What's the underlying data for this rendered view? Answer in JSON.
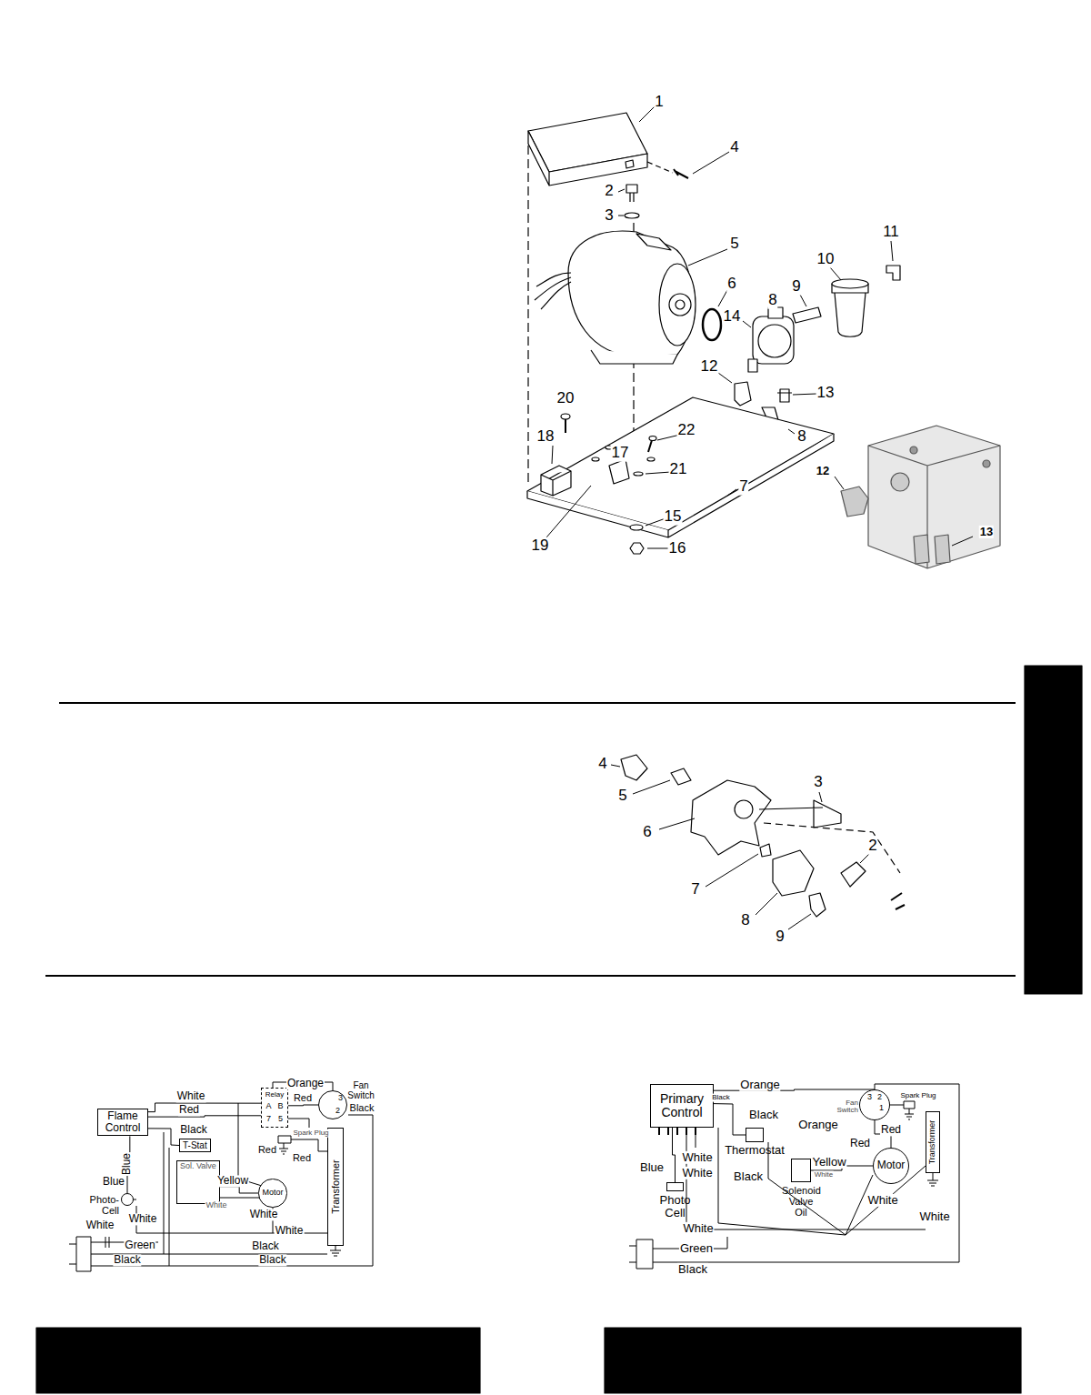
{
  "diagram": {
    "nodes": [
      {
        "text": [
          "Flame Control"
        ]
      },
      {
        "text": [
          "Relay",
          "A",
          "B",
          "7",
          "5"
        ]
      },
      {
        "text": [
          "Fan Switch",
          "3",
          "2"
        ]
      },
      {
        "text": [
          "T-Stat"
        ]
      },
      {
        "text": [
          "Sol. Valve"
        ]
      },
      {
        "text": [
          "Motor"
        ]
      },
      {
        "text": [
          "Transformer"
        ]
      },
      {
        "text": [
          "Photo-Cell"
        ]
      },
      {
        "text": [
          "Primary Control"
        ]
      },
      {
        "text": [
          "Thermostat"
        ]
      },
      {
        "text": [
          "Fan Switch",
          "3",
          "2",
          "1"
        ]
      },
      {
        "text": [
          "Solenoid Valve Oil"
        ]
      },
      {
        "text": [
          "Motor"
        ]
      },
      {
        "text": [
          "Transformer"
        ]
      },
      {
        "text": [
          "Photo Cell"
        ]
      }
    ],
    "edges": [
      {
        "from": 0,
        "to": 1,
        "arrow": "none",
        "label": "White"
      },
      {
        "from": 0,
        "to": 1,
        "arrow": "none",
        "label": "Red"
      },
      {
        "from": 1,
        "to": 2,
        "arrow": "none",
        "label": "Red"
      },
      {
        "from": 0,
        "to": 3,
        "arrow": "none",
        "label": "Black"
      },
      {
        "from": 4,
        "to": 5,
        "arrow": "none",
        "label": "Yellow"
      },
      {
        "from": 0,
        "to": 7,
        "arrow": "none",
        "label": "Blue"
      },
      {
        "from": 8,
        "to": 9,
        "arrow": "none",
        "label": "Black"
      },
      {
        "from": 8,
        "to": 10,
        "arrow": "none",
        "label": "Orange"
      },
      {
        "from": 11,
        "to": 12,
        "arrow": "none",
        "label": "Yellow"
      },
      {
        "from": 10,
        "to": 12,
        "arrow": "none",
        "label": "Red"
      },
      {
        "from": 8,
        "to": 14,
        "arrow": "none",
        "label": "Blue"
      }
    ],
    "labels": [
      "1",
      "4",
      "2",
      "3",
      "5",
      "11",
      "10",
      "6",
      "9",
      "8",
      "14",
      "12",
      "13",
      "8",
      "20",
      "22",
      "18",
      "17",
      "21",
      "7",
      "15",
      "19",
      "16",
      "12",
      "13",
      "4",
      "5",
      "3",
      "6",
      "2",
      "7",
      "8",
      "9",
      "Orange",
      "Black",
      "Red",
      "Spark Plug",
      "Red",
      "Blue",
      "White",
      "White",
      "White",
      "White",
      "White",
      "Green",
      "Black",
      "Black",
      "Black",
      "Black",
      "Black",
      "Orange",
      "Red",
      "Spark Plug",
      "White",
      "White",
      "White",
      "Black",
      "White",
      "White",
      "White",
      "Green",
      "Black"
    ]
  }
}
